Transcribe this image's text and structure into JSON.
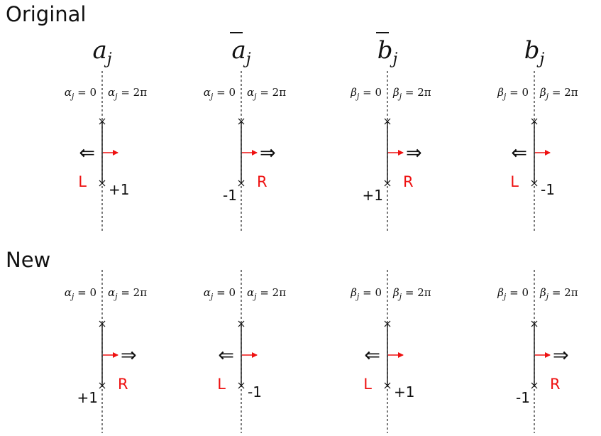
{
  "sections": {
    "original": "Original",
    "new": "New"
  },
  "colors": {
    "ink": "#111111",
    "accent": "#ee1111",
    "dashed": "#333333"
  },
  "column_titles": [
    {
      "base": "a",
      "bar": false,
      "sub": "j"
    },
    {
      "base": "a",
      "bar": true,
      "sub": "j"
    },
    {
      "base": "b",
      "bar": true,
      "sub": "j"
    },
    {
      "base": "b",
      "bar": false,
      "sub": "j"
    }
  ],
  "boundary_labels": [
    {
      "sym": "α",
      "sub": "j",
      "left_value": "0",
      "right_value": "2π"
    },
    {
      "sym": "α",
      "sub": "j",
      "left_value": "0",
      "right_value": "2π"
    },
    {
      "sym": "β",
      "sub": "j",
      "left_value": "0",
      "right_value": "2π"
    },
    {
      "sym": "β",
      "sub": "j",
      "left_value": "0",
      "right_value": "2π"
    }
  ],
  "rows": [
    {
      "name": "original",
      "panels": [
        {
          "big_arrow": "left",
          "lr_label": "L",
          "lr_side": "left",
          "sign": "+1",
          "sign_side": "right"
        },
        {
          "big_arrow": "right",
          "lr_label": "R",
          "lr_side": "right",
          "sign": "-1",
          "sign_side": "left"
        },
        {
          "big_arrow": "right",
          "lr_label": "R",
          "lr_side": "right",
          "sign": "+1",
          "sign_side": "left"
        },
        {
          "big_arrow": "left",
          "lr_label": "L",
          "lr_side": "left",
          "sign": "-1",
          "sign_side": "right"
        }
      ]
    },
    {
      "name": "new",
      "panels": [
        {
          "big_arrow": "right",
          "lr_label": "R",
          "lr_side": "right",
          "sign": "+1",
          "sign_side": "left"
        },
        {
          "big_arrow": "left",
          "lr_label": "L",
          "lr_side": "left",
          "sign": "-1",
          "sign_side": "right"
        },
        {
          "big_arrow": "left",
          "lr_label": "L",
          "lr_side": "left",
          "sign": "+1",
          "sign_side": "right"
        },
        {
          "big_arrow": "right",
          "lr_label": "R",
          "lr_side": "right",
          "sign": "-1",
          "sign_side": "left"
        }
      ]
    }
  ],
  "glyphs": {
    "left_arrow": "⇐",
    "right_arrow": "⇒",
    "marker": "×"
  }
}
